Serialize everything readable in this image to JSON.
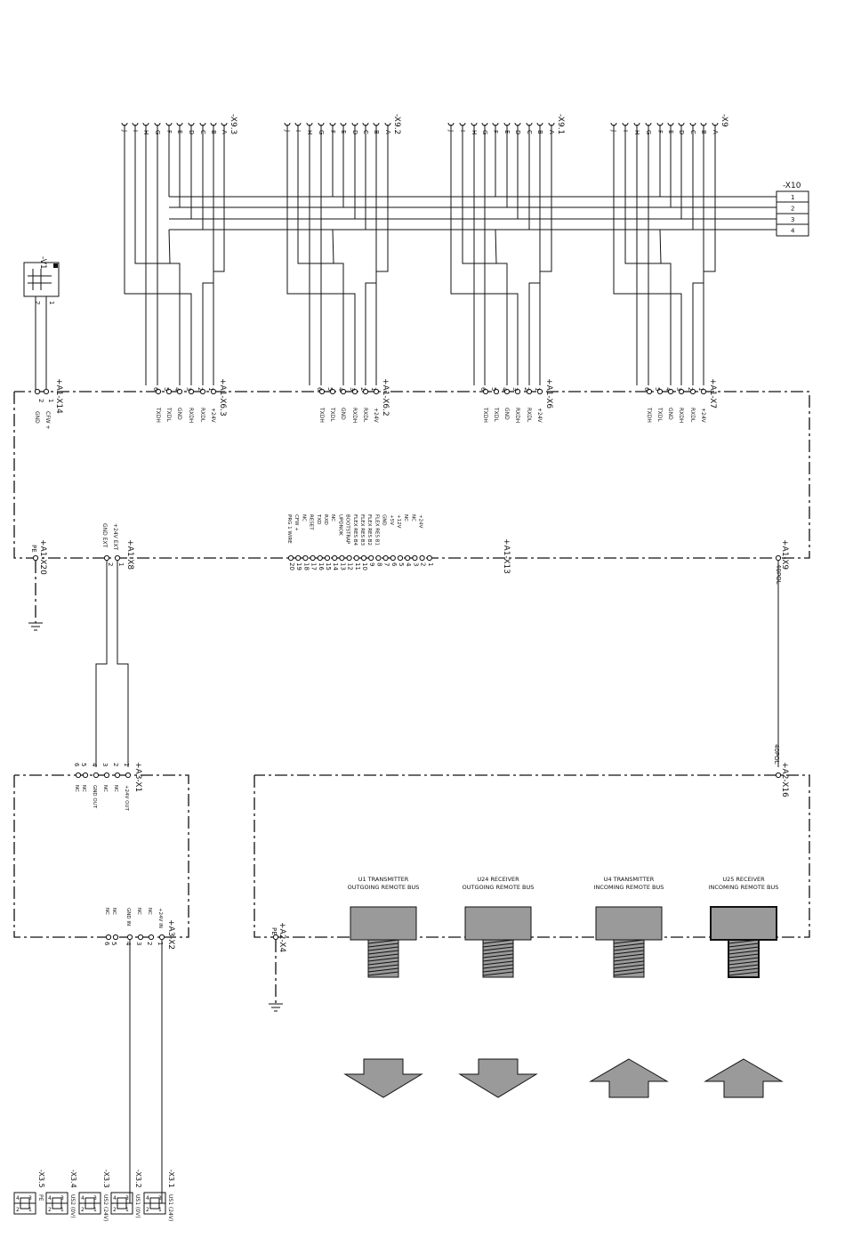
{
  "connectors_top": [
    {
      "id": "-X9.3",
      "letters": [
        "J",
        "I",
        "H",
        "G",
        "F",
        "E",
        "D",
        "C",
        "B",
        "A"
      ]
    },
    {
      "id": "-X9.2",
      "letters": [
        "J",
        "I",
        "H",
        "G",
        "F",
        "E",
        "D",
        "C",
        "B",
        "A"
      ]
    },
    {
      "id": "-X9.1",
      "letters": [
        "J",
        "I",
        "H",
        "G",
        "F",
        "E",
        "D",
        "C",
        "B",
        "A"
      ]
    },
    {
      "id": "-X9",
      "letters": [
        "J",
        "I",
        "H",
        "G",
        "F",
        "E",
        "D",
        "C",
        "B",
        "A"
      ]
    }
  ],
  "x10": {
    "id": "-X10",
    "rows": [
      "1",
      "2",
      "3",
      "4"
    ]
  },
  "v1": {
    "id": "-V1",
    "pins": [
      "2",
      "1"
    ]
  },
  "a1_label_x14": "+A1-X14",
  "x14_pins": [
    "2",
    "1"
  ],
  "x14_signals": [
    "GND",
    "CFW +"
  ],
  "x6_blocks": [
    {
      "label": "+A1-X6.3",
      "pins": [
        "6",
        "5",
        "4",
        "3",
        "2",
        "1"
      ],
      "signals": [
        "TXDH",
        "TXDL",
        "GND",
        "RXDH",
        "RXDL",
        "+24V"
      ]
    },
    {
      "label": "+A1-X6.2",
      "pins": [
        "6",
        "5",
        "4",
        "3",
        "2",
        "1"
      ],
      "signals": [
        "TXDH",
        "TXDL",
        "GND",
        "RXDH",
        "RXDL",
        "+24V"
      ]
    },
    {
      "label": "+A1-X6",
      "pins": [
        "6",
        "5",
        "4",
        "3",
        "2",
        "1"
      ],
      "signals": [
        "TXDH",
        "TXDL",
        "GND",
        "RXDH",
        "RXDL",
        "+24V"
      ]
    },
    {
      "label": "+A1-X7",
      "pins": [
        "6",
        "5",
        "4",
        "3",
        "2",
        "1"
      ],
      "signals": [
        "TXDH",
        "TXDL",
        "GND",
        "RXDH",
        "RXDL",
        "+24V"
      ]
    }
  ],
  "x20": {
    "label": "+A1-X20",
    "pe": "PE"
  },
  "x8": {
    "label": "+A1-X8",
    "pins": [
      "2",
      "1"
    ],
    "signals": [
      "GND EXT",
      "+24V EXT"
    ]
  },
  "x13": {
    "label": "+A1-X13",
    "pins": [
      "20",
      "19",
      "18",
      "17",
      "16",
      "15",
      "14",
      "13",
      "12",
      "11",
      "10",
      "9",
      "8",
      "7",
      "6",
      "5",
      "4",
      "3",
      "2",
      "1"
    ],
    "signals": [
      "PRG 1 WIRE",
      "CFW +",
      "NC",
      "RESET",
      "TXD",
      "RXD",
      "NC",
      "UPDNOK",
      "BOOTSTRAP",
      "FLEX RES B4",
      "FLEX RES B3",
      "FLEX RES B2",
      "FLEX RES B1",
      "GND",
      "+5V",
      "+12V",
      "NC",
      "NC",
      "+24V",
      ""
    ]
  },
  "x9_40": {
    "label": "+A1-X9",
    "sub": "40POL"
  },
  "x16": {
    "label": "+A2-X16",
    "sub": "40POL"
  },
  "a3x1": {
    "label": "+A3-X1",
    "pins": [
      "6",
      "5",
      "4",
      "3",
      "2",
      "1"
    ],
    "signals": [
      "NC",
      "NC",
      "GND OUT",
      "NC",
      "NC",
      "+24V OUT"
    ]
  },
  "a3x2": {
    "label": "+A3-X2",
    "pins": [
      "6",
      "5",
      "4",
      "3",
      "2",
      "1"
    ],
    "signals": [
      "NC",
      "NC",
      "GND IN",
      "NC",
      "NC",
      "+24V IN"
    ]
  },
  "x4": {
    "label": "+A2-X4",
    "pe": "PE"
  },
  "modules": [
    {
      "line1": "U1   TRANSMITTER",
      "line2": "OUTGOING REMOTE BUS",
      "dir": "down"
    },
    {
      "line1": "U24   RECEIVER",
      "line2": "OUTGOING REMOTE BUS",
      "dir": "down"
    },
    {
      "line1": "U4   TRANSMITTER",
      "line2": "INCOMING REMOTE BUS",
      "dir": "up"
    },
    {
      "line1": "U25   RECEIVER",
      "line2": "INCOMING REMOTE BUS",
      "dir": "up"
    }
  ],
  "bottom_connectors": [
    {
      "id": "-X3.5",
      "sig": "PE",
      "pins": [
        "4",
        "3",
        "2",
        "1"
      ]
    },
    {
      "id": "-X3.4",
      "sig": "US2 (0V)",
      "pins": [
        "4",
        "3",
        "2",
        "1"
      ]
    },
    {
      "id": "-X3.3",
      "sig": "US2 (24V)",
      "pins": [
        "4",
        "3",
        "2",
        "1"
      ]
    },
    {
      "id": "-X3.2",
      "sig": "US1 (0V)",
      "pins": [
        "4",
        "3",
        "2",
        "1"
      ]
    },
    {
      "id": "-X3.1",
      "sig": "US1 (24V)",
      "pins": [
        "4",
        "3",
        "2",
        "1"
      ]
    }
  ]
}
